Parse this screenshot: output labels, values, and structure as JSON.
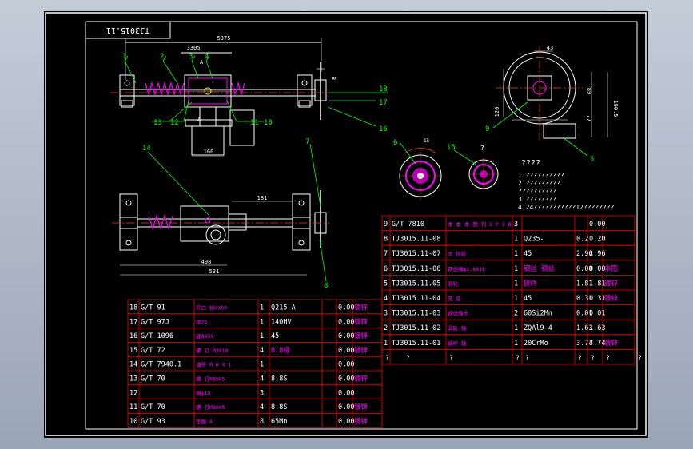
{
  "drawing_code": "TJ3015.11",
  "colors": {
    "frame": "#ffffff",
    "geometry": "#ffffff",
    "dimension": "#ffffff",
    "leader": "#00ff00",
    "table_line": "#ff0000",
    "table_text": "#ffffff",
    "table_cjk": "#ff00ff",
    "center_line": "#ff3333",
    "highlight": "#ff00ff"
  },
  "dimensions": {
    "overall_length": "5975",
    "screw_pitch": "3305",
    "plate_width": "160",
    "shaft_offset": "181",
    "len_498": "498",
    "len_531": "531",
    "width_43": "43",
    "height_190_5": "190.5",
    "height_120": "120",
    "height_77": "77",
    "dim_89": "89",
    "dim_15": "15",
    "dim_8": "8"
  },
  "balloons": {
    "b1": "1",
    "b2": "2",
    "b3": "3",
    "b4": "4",
    "b5": "5",
    "b6": "6",
    "b7": "7",
    "b8": "8",
    "b9": "9",
    "b10": "10",
    "b11": "11",
    "b12": "12",
    "b13": "13",
    "b14": "14",
    "b15": "15",
    "b16": "16",
    "b17": "17",
    "b18": "18"
  },
  "section_labels": {
    "a1": "A",
    "a2": "A",
    "q": "?"
  },
  "tech_requirements": {
    "heading": "????",
    "lines": [
      "1.??????????",
      "2.?????????",
      "  ??????????",
      "3.????????",
      "4.24???????????12????????"
    ]
  },
  "parts_right": [
    {
      "no": "9",
      "code": "G/T 7810",
      "name": "本 本 本 图 刊 G P 2 B 6",
      "qty": "3",
      "mat": "",
      "w1": "",
      "w2": "0.00",
      "note": ""
    },
    {
      "no": "8",
      "code": "TJ3015.11-08",
      "name": "",
      "qty": "1",
      "mat": "Q235-",
      "w1": "0.2",
      "w2": "0.20",
      "note": ""
    },
    {
      "no": "7",
      "code": "TJ3015.11-07",
      "name": "大 链轮",
      "qty": "1",
      "mat": "45",
      "w1": "2.96",
      "w2": "2.96",
      "note": ""
    },
    {
      "no": "6",
      "code": "TJ3015.11-06",
      "name": "钢丝绳φ1.6X16",
      "qty": "1",
      "mat": "钢丝 钢丝",
      "w1": "0.00",
      "w2": "0.00",
      "note": "本图"
    },
    {
      "no": "5",
      "code": "TJ3015.11.05",
      "name": "滑轮",
      "qty": "1",
      "mat": "铸件",
      "w1": "1.81",
      "w2": "1.81",
      "note": "镀锌"
    },
    {
      "no": "4",
      "code": "TJ3015.11-04",
      "name": "支 座",
      "qty": "1",
      "mat": "45",
      "w1": "0.31",
      "w2": "0.31",
      "note": "镀锌"
    },
    {
      "no": "3",
      "code": "TJ3015.11-03",
      "name": "钢丝绳卡",
      "qty": "2",
      "mat": "60Si2Mn",
      "w1": "0.01",
      "w2": "0.01",
      "note": ""
    },
    {
      "no": "2",
      "code": "TJ3015.11-02",
      "name": "涡轮 轴",
      "qty": "1",
      "mat": "ZQAl9-4",
      "w1": "1.63",
      "w2": "1.63",
      "note": ""
    },
    {
      "no": "1",
      "code": "TJ3015.11-01",
      "name": "蜗杆 轴",
      "qty": "1",
      "mat": "20CrMo",
      "w1": "3.74",
      "w2": "3.74",
      "note": "镀锌"
    }
  ],
  "parts_right_footer": [
    "?",
    "?",
    "?",
    "?",
    "?",
    "?",
    "?",
    "?",
    "?"
  ],
  "parts_left": [
    {
      "no": "18",
      "code": "G/T 91",
      "name": "开口 销4X50",
      "qty": "1",
      "mat": "Q215-A",
      "w": "0.00",
      "note": "镀锌"
    },
    {
      "no": "17",
      "code": "G/T 97J",
      "name": "垫24",
      "qty": "1",
      "mat": "140HV",
      "w": "0.00",
      "note": "镀锌"
    },
    {
      "no": "16",
      "code": "G/T 1096",
      "name": "键8X30",
      "qty": "1",
      "mat": "45",
      "w": "0.00",
      "note": "镀锌"
    },
    {
      "no": "15",
      "code": "G/T 72",
      "name": "螺 钉 M3X10",
      "qty": "4",
      "mat": "8.8级",
      "w": "0.00",
      "note": "镀锌"
    },
    {
      "no": "14",
      "code": "G/T 7940.1",
      "name": "油杯 M 8 X 1",
      "qty": "1",
      "mat": "",
      "w": "0.00",
      "note": ""
    },
    {
      "no": "13",
      "code": "G/T 70",
      "name": "螺 钉M8X65",
      "qty": "4",
      "mat": "8.8S",
      "w": "0.00",
      "note": "镀锌"
    },
    {
      "no": "12",
      "code": "",
      "name": "销φ10",
      "qty": "3",
      "mat": "",
      "w": "0.00",
      "note": ""
    },
    {
      "no": "11",
      "code": "G/T 70",
      "name": "螺 钉M8X45",
      "qty": "4",
      "mat": "8.8S",
      "w": "0.00",
      "note": "镀锌"
    },
    {
      "no": "10",
      "code": "G/T 93",
      "name": "垫圈 8",
      "qty": "8",
      "mat": "65Mn",
      "w": "0.00",
      "note": "镀锌"
    }
  ]
}
